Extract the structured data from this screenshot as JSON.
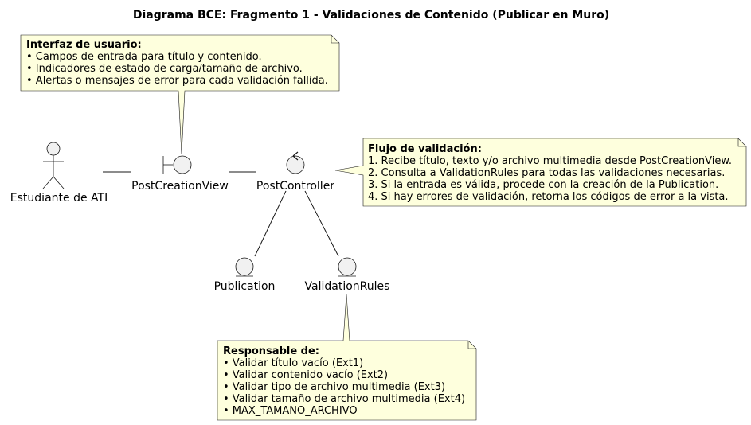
{
  "title": "Diagrama BCE: Fragmento 1 - Validaciones de Contenido (Publicar en Muro)",
  "actor": {
    "label": "Estudiante de ATI"
  },
  "boundary": {
    "label": "PostCreationView"
  },
  "control": {
    "label": "PostController"
  },
  "entities": [
    {
      "label": "Publication"
    },
    {
      "label": "ValidationRules"
    }
  ],
  "notes": {
    "ui": {
      "title": "Interfaz de usuario:",
      "lines": [
        "• Campos de entrada para título y contenido.",
        "• Indicadores de estado de carga/tamaño de archivo.",
        "• Alertas o mensajes de error para cada validación fallida."
      ]
    },
    "flow": {
      "title": "Flujo de validación:",
      "lines": [
        "1. Recibe título, texto y/o archivo multimedia desde PostCreationView.",
        "2. Consulta a ValidationRules para todas las validaciones necesarias.",
        "3. Si la entrada es válida, procede con la creación de la Publication.",
        "4. Si hay errores de validación, retorna los códigos de error a la vista."
      ]
    },
    "rules": {
      "title": "Responsable de:",
      "lines": [
        "• Validar título vacío (Ext1)",
        "• Validar contenido vacío (Ext2)",
        "• Validar tipo de archivo multimedia (Ext3)",
        "• Validar tamaño de archivo multimedia (Ext4)",
        "• MAX_TAMANO_ARCHIVO"
      ]
    }
  },
  "colors": {
    "note_fill": "#FEFFDD",
    "note_stroke": "#181818",
    "shape_fill": "#F1F1F1",
    "line": "#181818"
  }
}
